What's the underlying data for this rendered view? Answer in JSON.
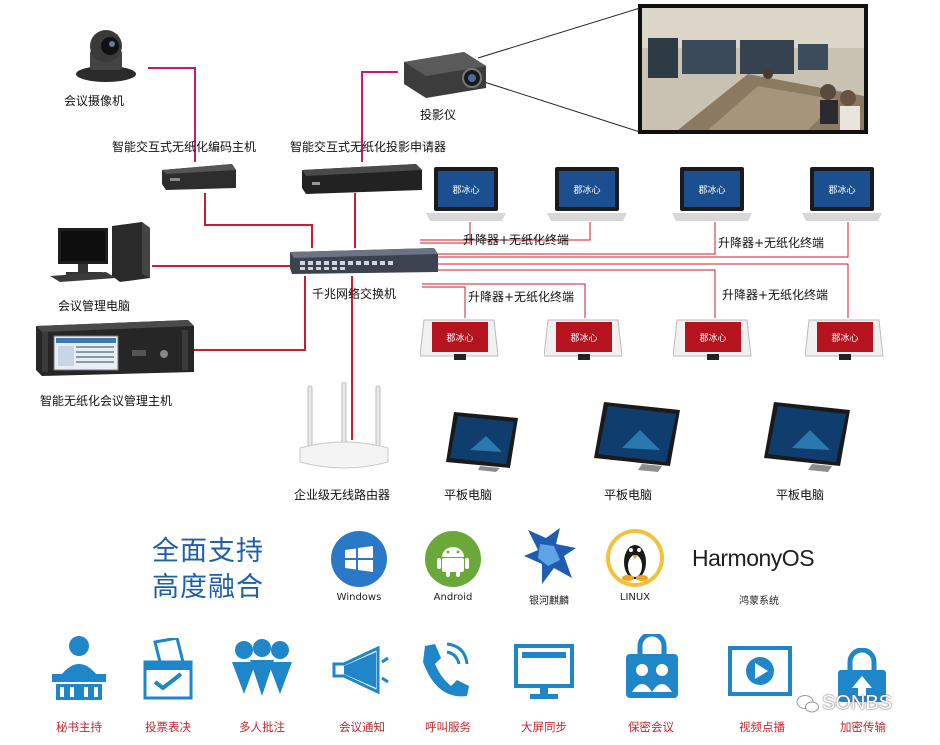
{
  "devices": {
    "camera": "会议摄像机",
    "projector": "投影仪",
    "encoder": "智能交互式无纸化编码主机",
    "projection_requester": "智能交互式无纸化投影申请器",
    "switch": "千兆网络交换机",
    "mgmt_pc": "会议管理电脑",
    "mgmt_host": "智能无纸化会议管理主机",
    "router": "企业级无线路由器",
    "tablet_1": "平板电脑",
    "tablet_2": "平板电脑",
    "tablet_3": "平板电脑"
  },
  "terminal_groups": {
    "top_left": "升降器+无纸化终端",
    "top_right": "升降器+无纸化终端",
    "bottom_left": "升降器+无纸化终端",
    "bottom_right": "升降器+无纸化终端"
  },
  "screen_brand": "郡冰心",
  "slogan": {
    "line1": "全面支持",
    "line2": "高度融合"
  },
  "os": [
    {
      "label": "Windows"
    },
    {
      "label": "Android"
    },
    {
      "label": "银河麒麟"
    },
    {
      "label": "LINUX"
    },
    {
      "label": "鸿蒙系统",
      "logo_text": "HarmonyOS"
    }
  ],
  "features": [
    "秘书主持",
    "投票表决",
    "多人批注",
    "会议通知",
    "呼叫服务",
    "大屏同步",
    "保密会议",
    "视频点播",
    "加密传输"
  ],
  "watermark": "SONBS",
  "colors": {
    "pink_wire": "#c8197a",
    "red_wire": "#c81e2d",
    "feature_blue": "#1f86c9",
    "feature_red": "#c0282e",
    "slogan_blue": "#1d5fa8"
  }
}
